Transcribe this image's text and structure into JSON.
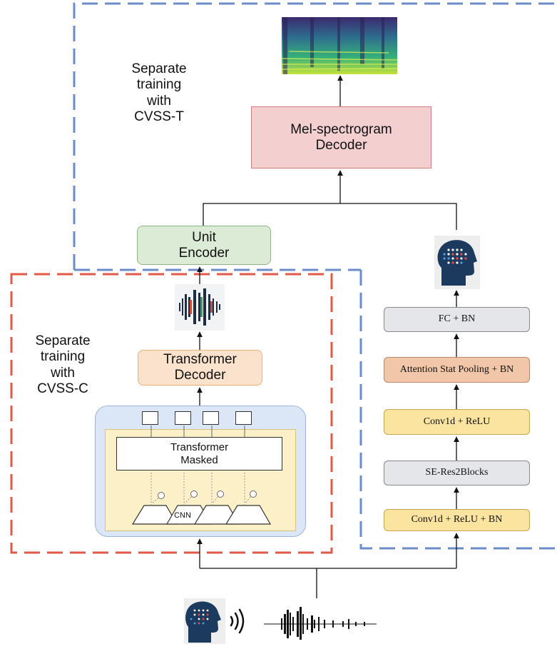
{
  "top_section": {
    "label": "Separate\ntraining\nwith\nCVSS-T"
  },
  "left_section": {
    "label": "Separate\ntraining\nwith\nCVSS-C"
  },
  "mel_decoder": {
    "label": "Mel-spectrogram\nDecoder"
  },
  "unit_encoder": {
    "label": "Unit\nEncoder"
  },
  "transformer_decoder": {
    "label": "Transformer\nDecoder"
  },
  "transformer_masked": {
    "label": "Transformer\nMasked"
  },
  "cnn": {
    "label": "CNN"
  },
  "speaker_encoder": {
    "fc_bn": "FC + BN",
    "attention_pooling": "Attention Stat Pooling + BN",
    "conv_relu": "Conv1d + ReLU",
    "se_res2blocks": "SE-Res2Blocks",
    "conv_relu_bn": "Conv1d + ReLU + BN"
  },
  "colors": {
    "blue_dashed": "#6b8cc7",
    "red_dashed": "#e05a4a",
    "mel_box": "#f3cfd0",
    "unit_box": "#dcebd6",
    "decoder_box": "#fbe2cc",
    "gray_box": "#e4e6ea",
    "yellow_box": "#fbe4a0",
    "orange_box": "#f2c6a8",
    "hubert_outer": "#dbe7f7",
    "hubert_inner": "#fcf0c8"
  },
  "icons": [
    "spectrogram-icon",
    "head-speaker-icon",
    "unit-tokens-icon",
    "speaker-speech-icon",
    "waveform-icon"
  ]
}
